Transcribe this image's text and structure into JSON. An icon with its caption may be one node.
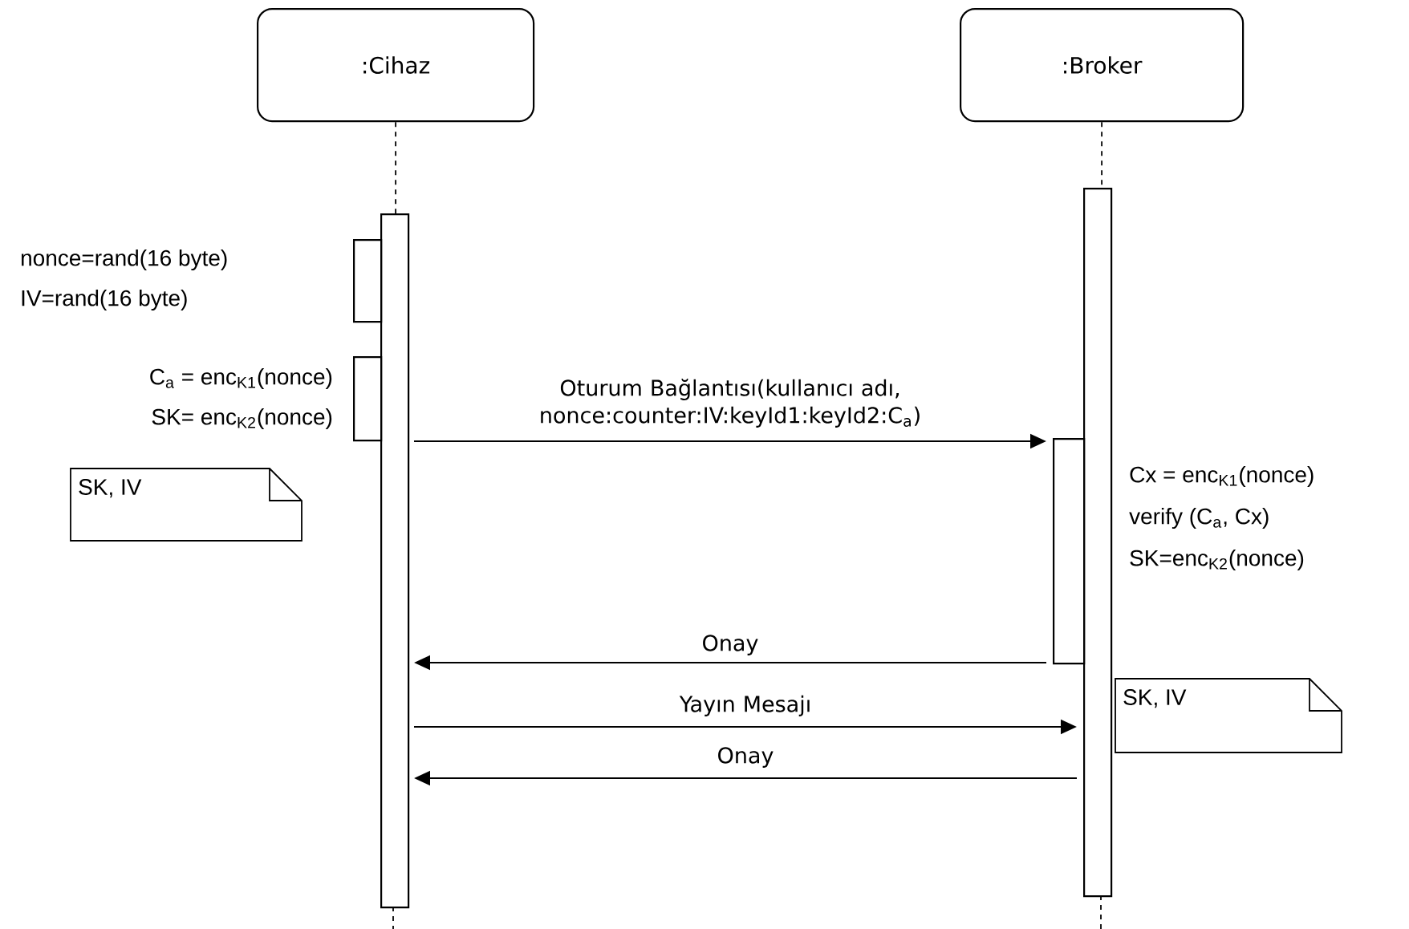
{
  "diagram": {
    "nodes": [
      {
        "text": [
          ":Cihaz"
        ]
      },
      {
        "text": [
          ":Broker"
        ]
      },
      {
        "text": [],
        "shape": "bar"
      },
      {
        "text": [],
        "shape": "bar"
      },
      {
        "text": [],
        "shape": "bar"
      },
      {
        "text": [],
        "shape": "bar",
        "beside": [
          "nonce=rand(16 byte)",
          "IV=rand(16 byte)"
        ]
      },
      {
        "text": [],
        "shape": "bar",
        "beside": [
          "C$_{a}$ = enc$_{K1}$(nonce)",
          "SK= enc$_{K2}$(nonce)"
        ]
      },
      {
        "text": [
          "SK, IV"
        ]
      },
      {
        "text": [
          "SK, IV"
        ]
      }
    ],
    "edges": [
      {
        "from": 0,
        "to": 2,
        "arrow": "none",
        "style": "dashed"
      },
      {
        "from": 1,
        "to": 3,
        "arrow": "none",
        "style": "dashed"
      },
      {
        "from": 2,
        "to": 4,
        "arrow": "to",
        "label": "Oturum Bağlantısı(kullanıcı adı, nonce:counter:IV:keyId1:keyId2:C$_{a}$)"
      },
      {
        "from": 4,
        "to": 2,
        "arrow": "to",
        "label": "Onay"
      },
      {
        "from": 2,
        "to": 3,
        "arrow": "to",
        "label": "Yayın Mesajı"
      },
      {
        "from": 3,
        "to": 2,
        "arrow": "to",
        "label": "Onay"
      }
    ],
    "labels": [
      "Cx = enc$_{K1}$(nonce)",
      "verify (C$_{a}$, Cx)",
      "SK=enc$_{K2}$(nonce)"
    ]
  }
}
